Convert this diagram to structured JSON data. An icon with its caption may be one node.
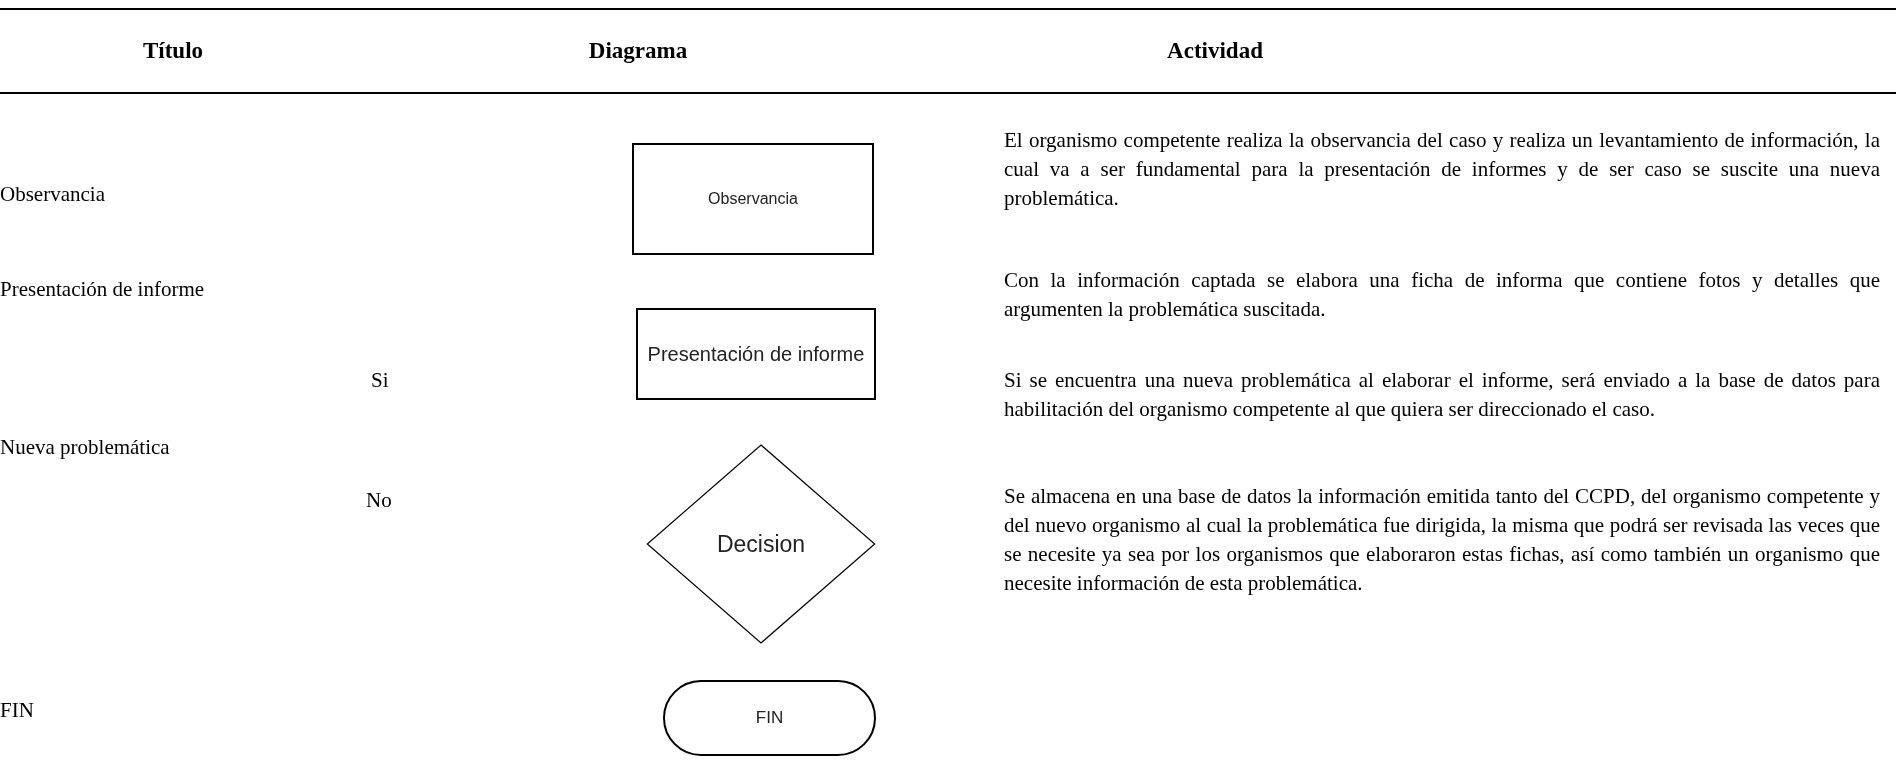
{
  "diagram": {
    "nodes": [
      {
        "text": [
          "Observancia"
        ]
      },
      {
        "text": [
          "Presentación de informe"
        ]
      },
      {
        "text": [
          "Decision"
        ]
      },
      {
        "text": [
          "FIN"
        ]
      }
    ],
    "labels": [
      "Título",
      "Diagrama",
      "Actividad",
      "Observancia",
      "El organismo competente realiza la observancia del caso y realiza un levantamiento de información, la cual va a ser fundamental para la presentación de informes y de ser caso se suscite una nueva problemática.",
      "Presentación de informe",
      "Con la información captada se elabora una ficha de informa que contiene fotos y detalles que argumenten la problemática suscitada.",
      "Si se encuentra una nueva problemática al elaborar el informe, será enviado a la base de datos para habilitación del organismo competente al que quiera ser direccionado el caso.",
      "Si",
      "Nueva problemática",
      "No",
      "Se almacena en una base de datos la información emitida tanto del CCPD, del organismo competente y del nuevo organismo al cual la problemática fue dirigida, la misma que podrá ser revisada las veces que se necesite ya sea por los organismos que elaboraron estas fichas, así como también un organismo que necesite información de esta problemática.",
      "FIN"
    ]
  }
}
